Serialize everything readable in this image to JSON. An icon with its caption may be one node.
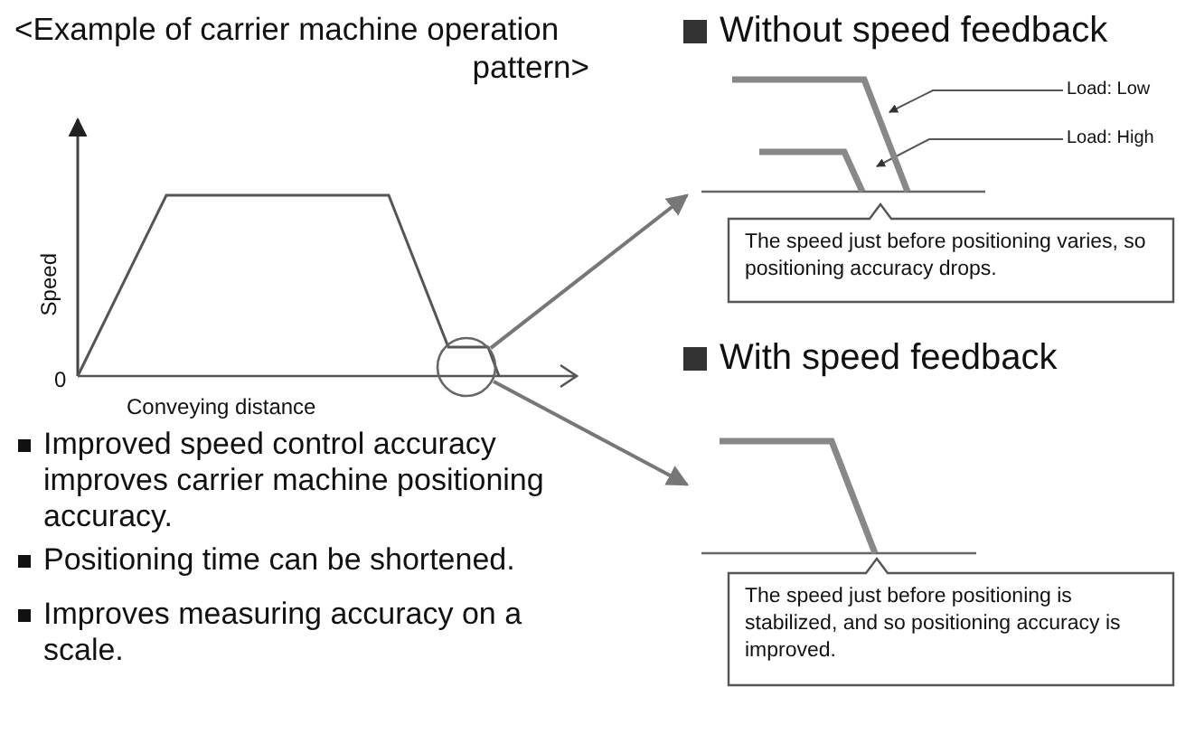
{
  "diagram": {
    "title": "<Example of carrier machine operation pattern>",
    "nodes": [
      {
        "text": [
          "Load: Low"
        ]
      },
      {
        "text": [
          "Load: High"
        ]
      },
      {
        "text": [],
        "shape": "picture"
      },
      {
        "text": [
          "The speed just before positioning varies, so positioning accuracy drops."
        ]
      },
      {
        "text": [],
        "shape": "circle"
      },
      {
        "text": [],
        "shape": "picture"
      },
      {
        "text": [
          "The speed just before positioning is stabilized, and so positioning accuracy is improved."
        ]
      }
    ],
    "edges": [
      {
        "from": 4,
        "to": 2,
        "arrow": "to"
      },
      {
        "from": 4,
        "to": 5,
        "arrow": "to"
      },
      {
        "from": 0,
        "to": 2,
        "arrow": "to"
      },
      {
        "from": 1,
        "to": 2,
        "arrow": "to"
      }
    ],
    "labels": [
      "Without speed feedback",
      "Speed",
      "0",
      "Conveying distance",
      "With speed feedback",
      "Improved speed control accuracy improves carrier machine positioning accuracy.",
      "Positioning time can be shortened.",
      "Improves measuring accuracy on a scale."
    ]
  }
}
